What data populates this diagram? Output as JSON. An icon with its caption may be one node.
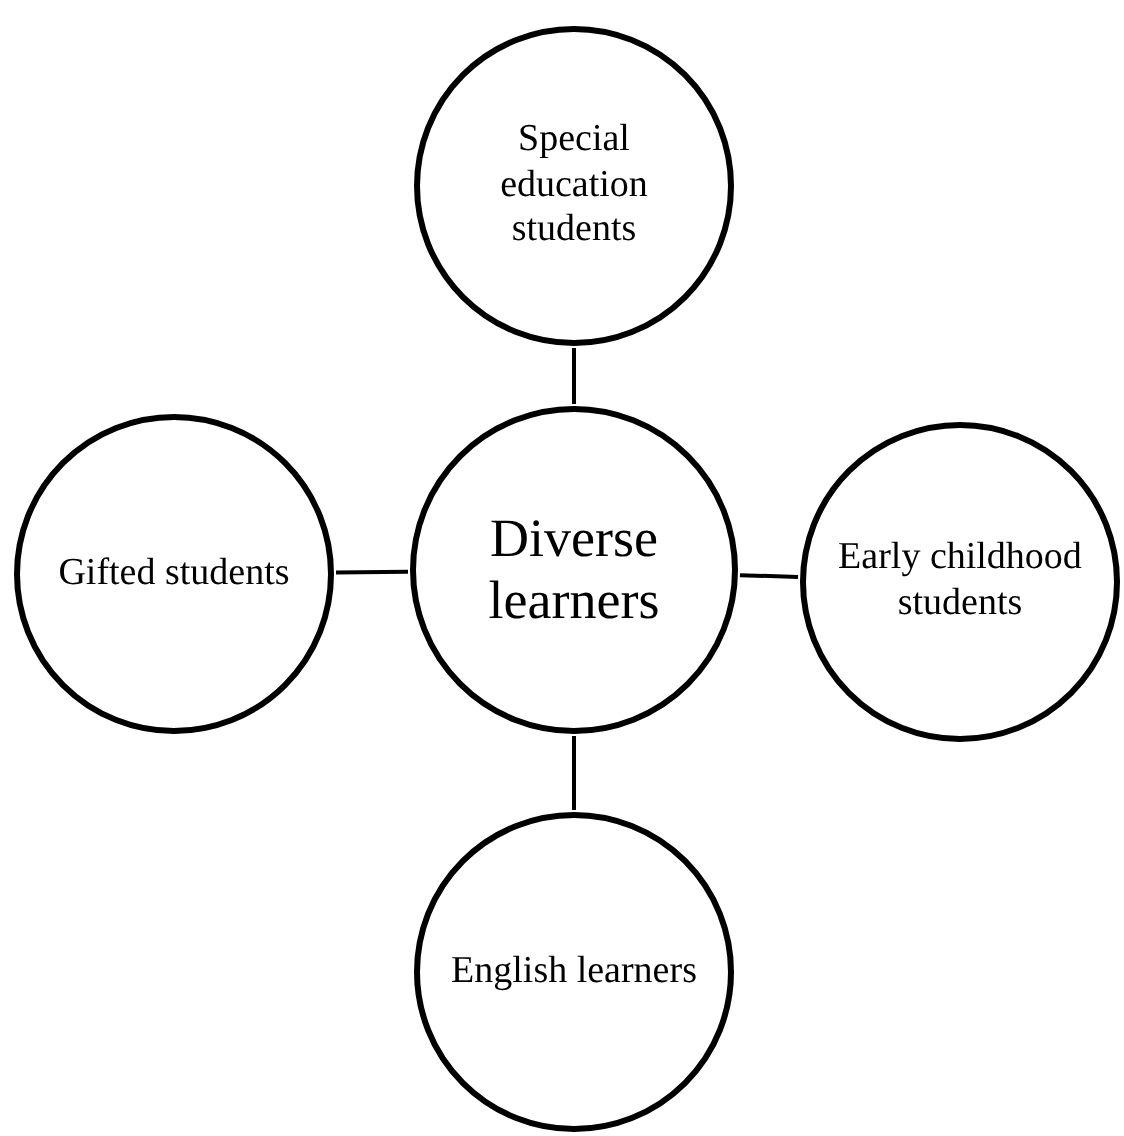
{
  "diagram": {
    "nodes": [
      {
        "text": [
          "Special education students"
        ]
      },
      {
        "text": [
          "Gifted students"
        ]
      },
      {
        "text": [
          "Diverse learners"
        ]
      },
      {
        "text": [
          "Early childhood students"
        ]
      },
      {
        "text": [
          "English learners"
        ]
      }
    ],
    "edges": [
      {
        "from": 2,
        "to": 0,
        "arrow": "none"
      },
      {
        "from": 2,
        "to": 1,
        "arrow": "none"
      },
      {
        "from": 2,
        "to": 3,
        "arrow": "none"
      },
      {
        "from": 2,
        "to": 4,
        "arrow": "none"
      }
    ]
  }
}
